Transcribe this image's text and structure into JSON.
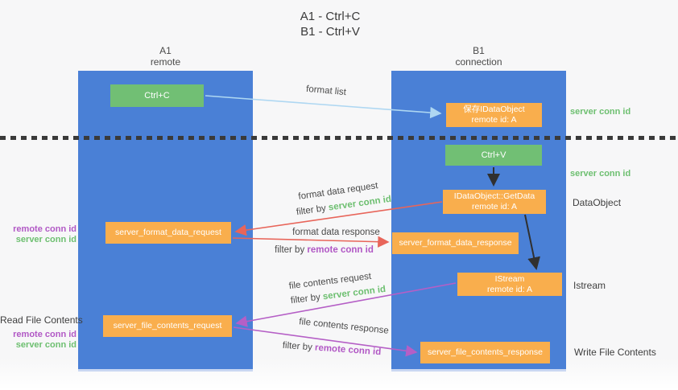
{
  "title": {
    "line1": "A1 - Ctrl+C",
    "line2": "B1 - Ctrl+V"
  },
  "columns": {
    "a1": {
      "name": "A1",
      "subtitle": "remote"
    },
    "b1": {
      "name": "B1",
      "subtitle": "connection"
    }
  },
  "nodes": {
    "ctrl_c": {
      "label": "Ctrl+C"
    },
    "save_idataobject": {
      "line1": "保存IDataObject",
      "line2": "remote id: A"
    },
    "ctrl_v": {
      "label": "Ctrl+V"
    },
    "getdata": {
      "line1": "IDataObject::GetData",
      "line2": "remote id: A"
    },
    "format_request": {
      "label": "server_format_data_request"
    },
    "format_response": {
      "label": "server_format_data_response"
    },
    "istream": {
      "line1": "IStream",
      "line2": "remote id: A"
    },
    "file_request": {
      "label": "server_file_contents_request"
    },
    "file_response": {
      "label": "server_file_contents_response"
    }
  },
  "flow_labels": {
    "format_list": "format list",
    "format_data_request": "format data request",
    "filter_server_1": {
      "prefix": "filter by",
      "keyword": "server conn id"
    },
    "format_data_response": "format data response",
    "filter_remote_1": {
      "prefix": "filter by",
      "keyword": "remote conn id"
    },
    "file_contents_request": "file contents request",
    "filter_server_2": {
      "prefix": "filter by",
      "keyword": "server conn id"
    },
    "file_contents_response": "file contents response",
    "filter_remote_2": {
      "prefix": "filter by",
      "keyword": "remote conn id"
    }
  },
  "right_labels": {
    "server_conn_id_top": "server conn id",
    "server_conn_id_mid": "server conn id",
    "dataobject": "DataObject",
    "istream": "Istream",
    "write_file_contents": "Write File Contents"
  },
  "left_labels": {
    "remote_conn_id_top": "remote conn id",
    "server_conn_id_top": "server conn id",
    "read_file_contents": "Read File Contents",
    "remote_conn_id_bottom": "remote conn id",
    "server_conn_id_bottom": "server conn id"
  },
  "colors": {
    "column_blue": "#4a80d6",
    "box_green": "#71bf74",
    "box_orange": "#f9ae4d",
    "arrow_blue": "#aed7f2",
    "arrow_red": "#e8655a",
    "arrow_purple": "#b55fc6",
    "arrow_black": "#303030",
    "label_green": "#6dbf70",
    "label_purple": "#b158c5"
  }
}
